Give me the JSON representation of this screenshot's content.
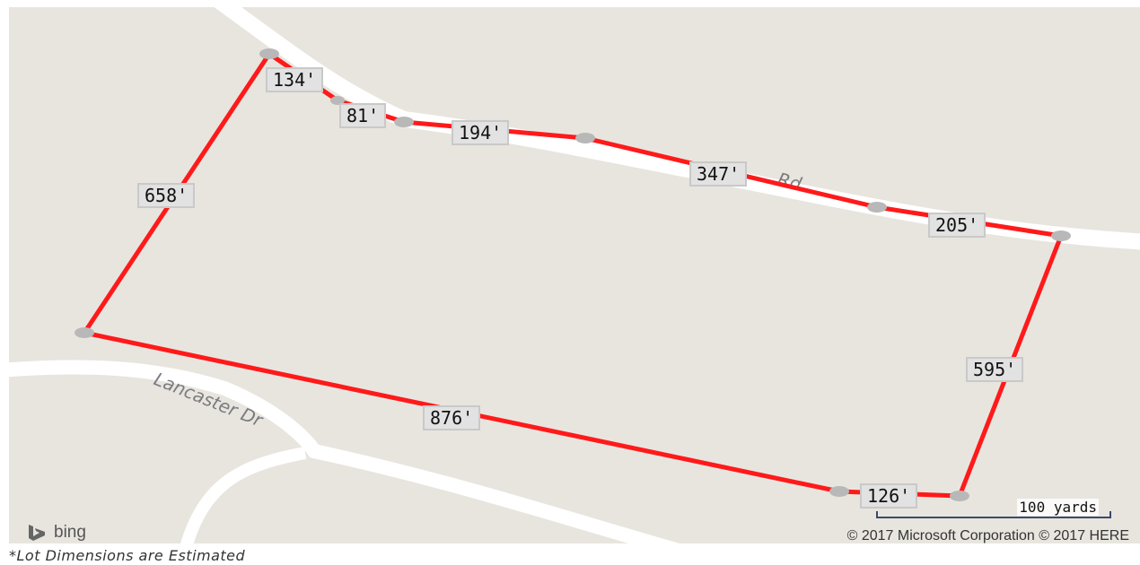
{
  "map": {
    "roads": [
      {
        "name": "Rd",
        "name_prefix_obscured": true
      },
      {
        "name": "Lancaster Dr"
      }
    ],
    "lot_boundary_color": "#ff1a1a",
    "vertex_color": "#b8b8b8",
    "dimensions": [
      "134'",
      "81'",
      "194'",
      "347'",
      "205'",
      "595'",
      "126'",
      "876'",
      "658'"
    ],
    "scale_label": "100 yards",
    "brand": "bing",
    "copyright": "© 2017 Microsoft Corporation © 2017 HERE"
  },
  "note": "*Lot Dimensions are Estimated"
}
